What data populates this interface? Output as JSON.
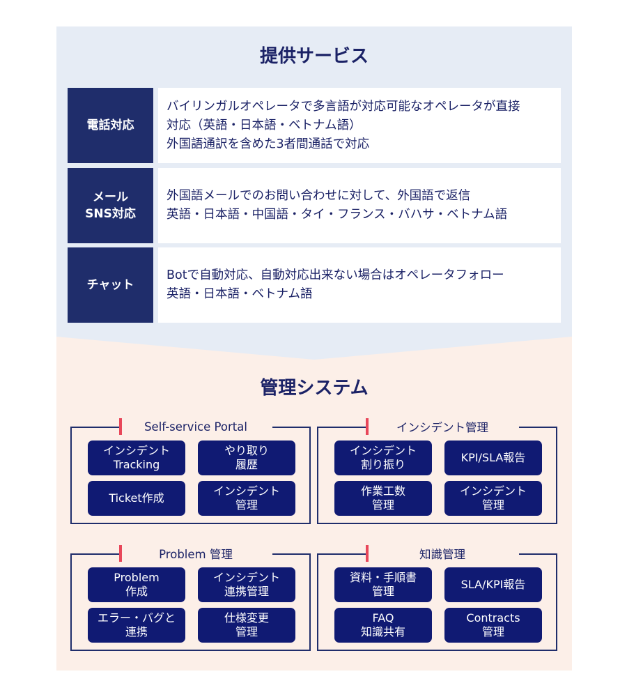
{
  "services": {
    "title": "提供サービス",
    "rows": [
      {
        "label_lines": [
          "電話対応"
        ],
        "desc_lines": [
          "バイリンガルオペレータで多言語が対応可能なオペレータが直接",
          "対応（英語・日本語・ベトナム語）",
          "外国語通訳を含めた3者間通話で対応"
        ]
      },
      {
        "label_lines": [
          "メール",
          "SNS対応"
        ],
        "desc_lines": [
          "外国語メールでのお問い合わせに対して、外国語で返信",
          "英語・日本語・中国語・タイ・フランス・バハサ・ベトナム語"
        ]
      },
      {
        "label_lines": [
          "チャット"
        ],
        "desc_lines": [
          "Botで自動対応、自動対応出来ない場合はオペレータフォロー",
          "英語・日本語・ベトナム語"
        ]
      }
    ]
  },
  "management": {
    "title": "管理システム",
    "panels": [
      {
        "title": "Self-service Portal",
        "items": [
          [
            "インシデント",
            "Tracking"
          ],
          [
            "やり取り",
            "履歴"
          ],
          [
            "Ticket作成"
          ],
          [
            "インシデント",
            "管理"
          ]
        ]
      },
      {
        "title": "インシデント管理",
        "items": [
          [
            "インシデント",
            "割り振り"
          ],
          [
            "KPI/SLA報告"
          ],
          [
            "作業工数",
            "管理"
          ],
          [
            "インシデント",
            "管理"
          ]
        ]
      },
      {
        "title": "Problem 管理",
        "items": [
          [
            "Problem",
            "作成"
          ],
          [
            "インシデント",
            "連携管理"
          ],
          [
            "エラー・バグと",
            "連携"
          ],
          [
            "仕様変更",
            "管理"
          ]
        ]
      },
      {
        "title": "知識管理",
        "items": [
          [
            "資料・手順書",
            "管理"
          ],
          [
            "SLA/KPI報告"
          ],
          [
            "FAQ",
            "知識共有"
          ],
          [
            "Contracts",
            "管理"
          ]
        ]
      }
    ]
  }
}
